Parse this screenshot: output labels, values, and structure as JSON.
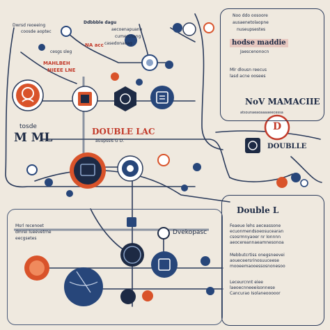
{
  "colors": {
    "background": "#efe9df",
    "navy": "#1d2a44",
    "blue": "#27467a",
    "orange": "#d9532a",
    "red": "#c23a2a"
  },
  "top_left": {
    "line1": "Dwrsd reoeeing",
    "line2": "coosde aoptec",
    "line3": "cesgs sleg",
    "red_line1": "MAHLBEH",
    "red_line2": "NIEEE LNE"
  },
  "top_center": {
    "line1": "Ddbbble dagu",
    "line2": "aecoenapuane",
    "line3": "cumercnang",
    "line4": "casedonaoag",
    "red_label": "NA acc"
  },
  "top_right": {
    "line1": "Noo ddo oosoore",
    "line2": "ausaenetolaopne",
    "line3": "nuseupsestes",
    "highlight": "hodse maddie",
    "subline": "Jaescenonocn",
    "para1": "Mlr dlousn reecus",
    "para2": "lasd acne oosees"
  },
  "main_left": {
    "title_line1": "tosde",
    "title_line2": "M ML"
  },
  "center_label": {
    "title": "DOUBLE LAC",
    "subtitle": "auupssis G D."
  },
  "right_mid": {
    "title": "NoV MAMACIIE",
    "subtitle": "atsounaeaoaaaaeecessa",
    "badge_letter": "D",
    "label": "DOUBLLE"
  },
  "bottom_left": {
    "line1": "Msrl recenoet",
    "line2": "dmrei lueevetrne",
    "line3": "eecgsetes"
  },
  "bottom_center": {
    "title": "Dvekopasc"
  },
  "bottom_right": {
    "title": "Double L",
    "para1a": "Feaeue lehs aeceassone",
    "para1b": "ecuonmendsoeosucearan",
    "para1c": "csosrmnyaoer nr Ionnnn",
    "para1d": "aeocereannaeamnesonoa",
    "para2a": "Mebbutcrtiss onegsneevei",
    "para2b": "aoueceersrinosuuceese",
    "para2c": "mooeemaooessosnonesoo",
    "para3a": "Leceurcnnt eiee",
    "para3b": "laeoecnneeeisonnese",
    "para3c": "Cancurao Isolaneooooor"
  }
}
